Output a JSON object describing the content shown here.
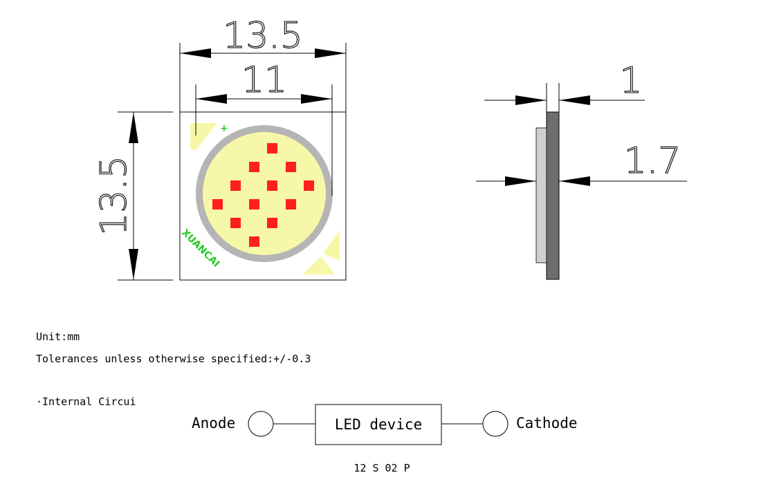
{
  "front_view": {
    "width_outer": "13.5",
    "width_inner": "11",
    "height": "13.5",
    "polarity_mark": "+",
    "logo_text": "XUANCAI",
    "colors": {
      "substrate": "#ffffff",
      "ring": "#b5b5b5",
      "phosphor": "#f7f7a9",
      "chip": "#ff1f1f",
      "pad": "#f7f7a9",
      "logo": "#22cc22",
      "plus": "#22cc22"
    }
  },
  "side_view": {
    "thickness_top": "1",
    "thickness_total": "1.7",
    "colors": {
      "board": "#6e6e6e",
      "lens": "#cfcfcf"
    }
  },
  "notes": {
    "unit": "Unit:mm",
    "tolerance": "Tolerances unless otherwise specified:+/-0.3",
    "section": "·Internal Circui"
  },
  "circuit": {
    "anode": "Anode",
    "device": "LED device",
    "cathode": "Cathode",
    "config": "12 S 02 P"
  }
}
